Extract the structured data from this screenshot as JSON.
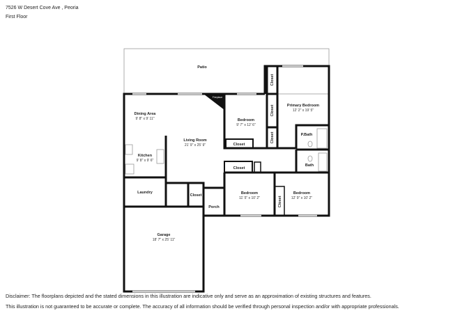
{
  "header": {
    "address": "7526 W Desert Cove Ave , Peoria",
    "floor": "First Floor"
  },
  "rooms": {
    "patio": {
      "name": "Patio"
    },
    "dining": {
      "name": "Dining Area",
      "dims": "9' 8\" x 9' 11\""
    },
    "living": {
      "name": "Living Room",
      "dims": "21' 9\" x 25' 9\""
    },
    "kitchen": {
      "name": "Kitchen",
      "dims": "9' 8\" x 9' 6\""
    },
    "laundry": {
      "name": "Laundry"
    },
    "garage": {
      "name": "Garage",
      "dims": "18' 7\" x 25' 11\""
    },
    "closet": "Closet",
    "porch": {
      "name": "Porch"
    },
    "bedroom1": {
      "name": "Bedroom",
      "dims": "9' 7\" x 12' 6\""
    },
    "primary": {
      "name": "Primary Bedroom",
      "dims": "12' 2\" x 19' 5\""
    },
    "pbath": {
      "name": "P.Bath"
    },
    "bath": {
      "name": "Bath"
    },
    "bedroom2": {
      "name": "Bedroom",
      "dims": "11' 5\" x 10' 2\""
    },
    "bedroom3": {
      "name": "Bedroom",
      "dims": "12' 9\" x 10' 2\""
    },
    "fireplace": {
      "name": "Fireplace"
    }
  },
  "disclaimer": {
    "line1": "Disclaimer: The floorplans depicted and the stated dimensions in this illustration are indicative only and serve as an approximation of existing structures and features.",
    "line2": "This illustration is not guaranteed to be accurate or complete. The accuracy of all information should be verified through personal inspection and/or with appropriate professionals."
  }
}
